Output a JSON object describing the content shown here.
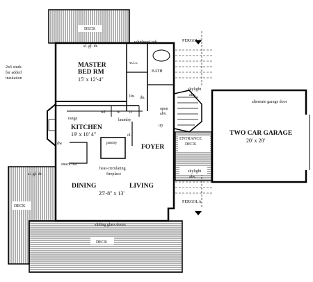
{
  "labels": {
    "deck_top": "DECK",
    "sl_gl_dr_top": "sl. gl. dr.",
    "whirlpool_tub": "whirlpool tub",
    "pergola_top": "PERGOLA",
    "insulation_note_1": "2x6 studs",
    "insulation_note_2": "for added",
    "insulation_note_3": "insulation",
    "master_bed_name_1": "MASTER",
    "master_bed_name_2": "BED RM",
    "master_bed_dim": "15' x 12'-4\"",
    "wic": "w.i.c.",
    "bath": "BATH",
    "lin": "lin.",
    "dn": "dn.",
    "skylight_abv_top": "skylight",
    "abv_top": "abv.",
    "open_abv_1": "open",
    "open_abv_2": "abv.",
    "up": "up",
    "range": "range",
    "ref": "ref.",
    "w": "w.",
    "d": "d.",
    "laundry": "laundry",
    "kitchen_name": "KITCHEN",
    "kitchen_dim": "19' x 10' 4\"",
    "pantry": "pantry",
    "cl": "cl.",
    "foyer": "FOYER",
    "entrance_deck_1": "ENTRANCE",
    "entrance_deck_2": "DECK",
    "dw": "dw",
    "snack_bar": "snack bar",
    "fireplace_1": "heat-circulating",
    "fireplace_2": "fireplace",
    "skylight_abv_bottom": "skylight",
    "abv_bottom": "abv.",
    "alternate_garage_door": "alternate garage door",
    "garage_name": "TWO CAR GARAGE",
    "garage_dim": "20' x 20'",
    "sl_gl_dr_left": "sl. gl. dr.",
    "deck_left": "DECK",
    "dining": "DINING",
    "living": "LIVING",
    "living_dim": "25'-8\" x 13'",
    "pergola_bottom": "PERGOLA",
    "sliding_glass_doors": "sliding glass doors",
    "deck_bottom": "DECK"
  }
}
